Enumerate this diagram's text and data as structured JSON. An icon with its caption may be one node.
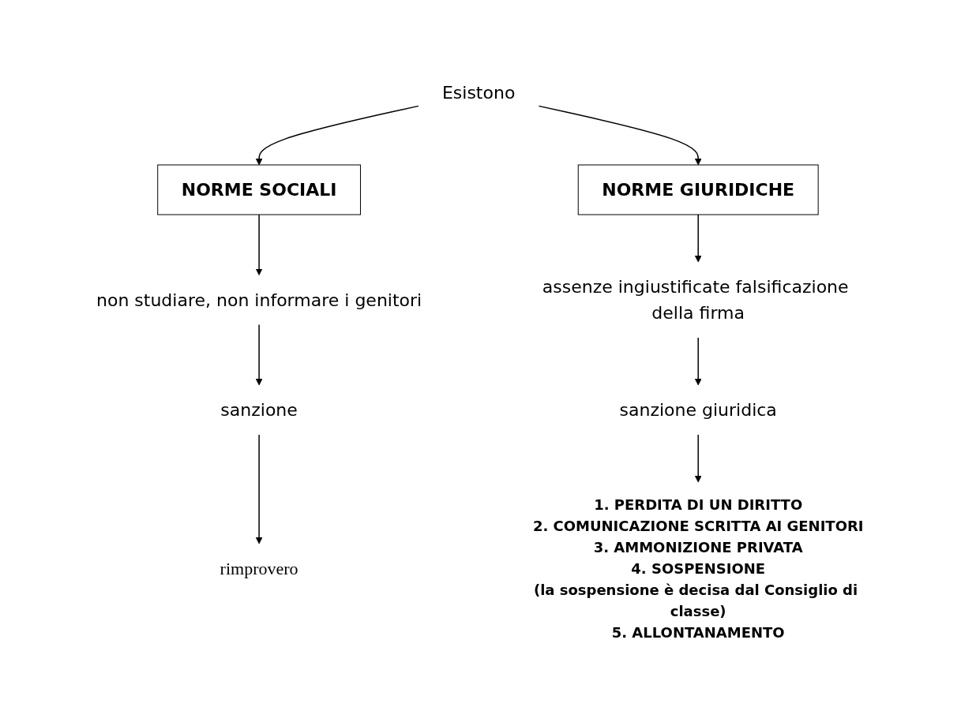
{
  "diagram": {
    "nodes": [
      {
        "text": [
          "Esistono"
        ]
      },
      {
        "text": [
          "NORME SOCIALI"
        ]
      },
      {
        "text": [
          "NORME GIURIDICHE"
        ]
      },
      {
        "text": [
          "non studiare, non informare i genitori"
        ]
      },
      {
        "text": [
          "sanzione"
        ]
      },
      {
        "text": [
          "rimprovero"
        ]
      },
      {
        "text": [
          "assenze ingiustificate falsificazione della firma"
        ]
      },
      {
        "text": [
          "sanzione giuridica"
        ]
      },
      {
        "text": [
          "1. PERDITA DI UN DIRITTO",
          "2. COMUNICAZIONE SCRITTA AI GENITORI",
          "3. AMMONIZIONE PRIVATA",
          "4. SOSPENSIONE",
          "(la sospensione è decisa dal Consiglio di classe)",
          "5. ALLONTANAMENTO"
        ]
      }
    ],
    "edges": [
      {
        "from": 0,
        "to": 1,
        "arrow": "to"
      },
      {
        "from": 0,
        "to": 2,
        "arrow": "to"
      },
      {
        "from": 1,
        "to": 3,
        "arrow": "to"
      },
      {
        "from": 3,
        "to": 4,
        "arrow": "to"
      },
      {
        "from": 4,
        "to": 5,
        "arrow": "to"
      },
      {
        "from": 2,
        "to": 6,
        "arrow": "to"
      },
      {
        "from": 6,
        "to": 7,
        "arrow": "to"
      },
      {
        "from": 7,
        "to": 8,
        "arrow": "to"
      }
    ]
  }
}
